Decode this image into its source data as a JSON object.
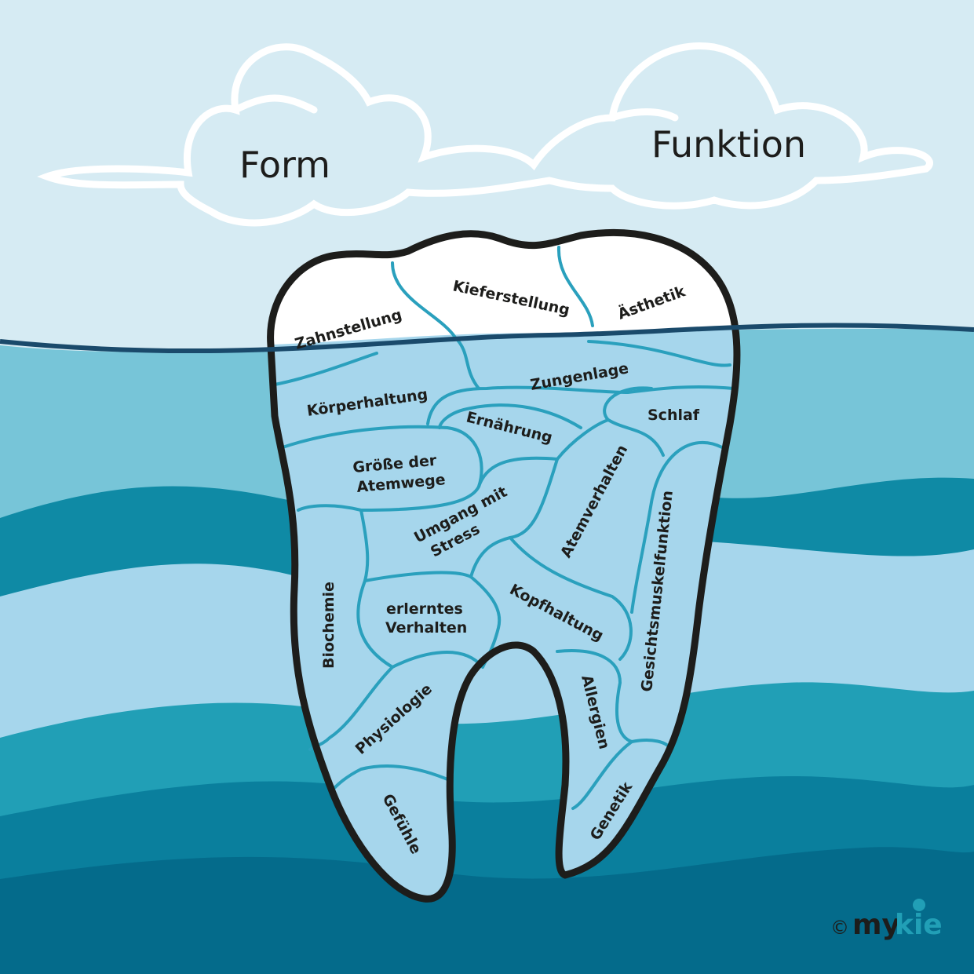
{
  "title_left": "Form",
  "title_right": "Funktion",
  "crown_labels": [
    "Zahnstellung",
    "Kieferstellung",
    "Ästhetik"
  ],
  "root_labels": [
    "Körperhaltung",
    "Zungenlage",
    "Ernährung",
    "Schlaf",
    "Größe der",
    "Atemwege",
    "Umgang mit",
    "Stress",
    "Atemverhalten",
    "Gesichtsmuskelfunktion",
    "Biochemie",
    "erlerntes",
    "Verhalten",
    "Kopfhaltung",
    "Allergien",
    "Physiologie",
    "Gefühle",
    "Genetik"
  ],
  "logo": {
    "copyright": "©",
    "part1": "my",
    "part2": "kie"
  },
  "colors": {
    "sky": "#d6ebf3",
    "tooth_root": "#a6d6ec",
    "outline": "#1d1d1b",
    "waterline": "#1a4a6b",
    "segment_lines": "#2aa0bd"
  }
}
